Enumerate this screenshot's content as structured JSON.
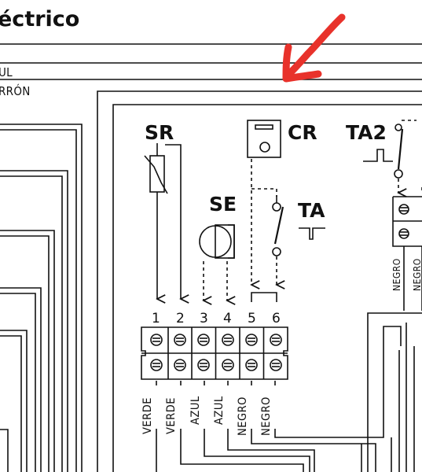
{
  "header": {
    "title": "éctrico"
  },
  "wire_legend": {
    "line1": "UL",
    "line2": "RRÓN"
  },
  "components": {
    "sr": {
      "label": "SR"
    },
    "cr": {
      "label": "CR"
    },
    "ta2": {
      "label": "TA2"
    },
    "se": {
      "label": "SE"
    },
    "ta": {
      "label": "TA"
    }
  },
  "terminal_block": {
    "numbers": [
      "1",
      "2",
      "3",
      "4",
      "5",
      "6"
    ],
    "wire_colors": [
      "VERDE",
      "VERDE",
      "AZUL",
      "AZUL",
      "NEGRO",
      "NEGRO"
    ]
  },
  "right_terminal": {
    "wire_colors": [
      "NEGRO",
      "NEGRO"
    ]
  },
  "annotation": {
    "color": "#e8322b",
    "type": "arrow"
  }
}
